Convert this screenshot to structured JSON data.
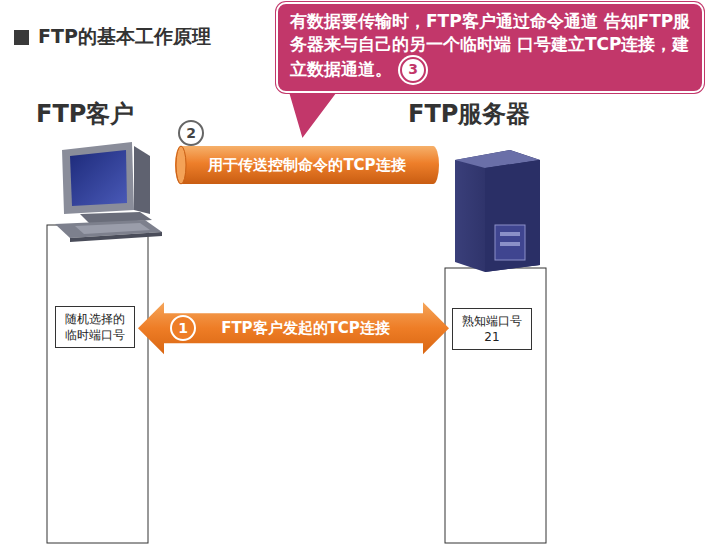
{
  "diagram": {
    "title": "FTP的基本工作原理",
    "nodes": [
      {
        "text": [
          "随机选择的 临时端口号"
        ]
      },
      {
        "text": [
          "熟知端口号 21"
        ]
      },
      {
        "text": [
          "用于传送控制命令的TCP连接"
        ]
      },
      {
        "text": [
          "有数据要传输时，FTP客户通过命令通道 告知FTP服务器来与自己的另一个临时端 口号建立TCP连接，建立数据通道。"
        ]
      }
    ],
    "edges": [
      {
        "from": 0,
        "to": 1,
        "arrow": "both",
        "label": "FTP客户发起的TCP连接"
      }
    ],
    "labels": [
      "FTP客户",
      "FTP服务器",
      "1",
      "2",
      "3"
    ]
  }
}
